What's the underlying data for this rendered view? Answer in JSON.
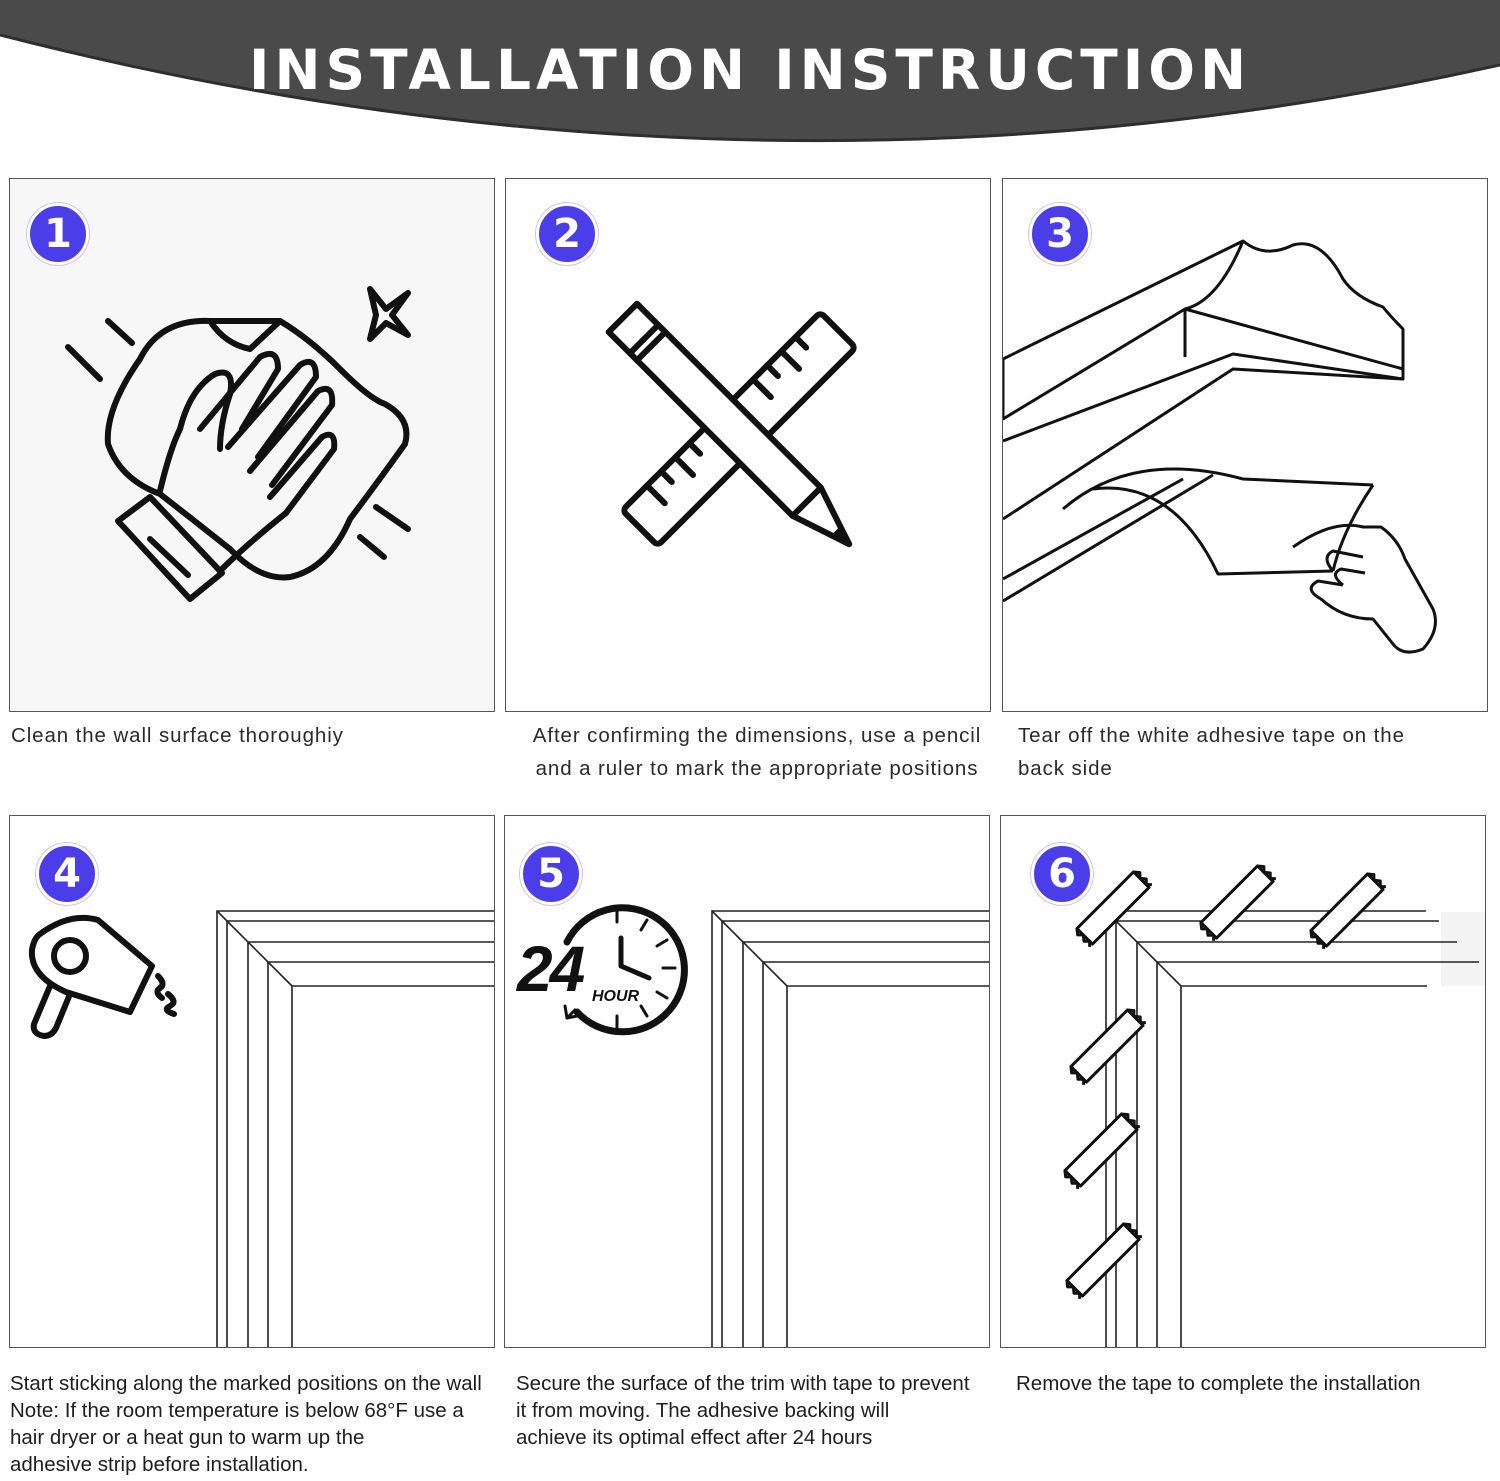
{
  "banner": {
    "title": "INSTALLATION INSTRUCTION"
  },
  "steps": [
    {
      "number": "1",
      "caption_lines": [
        "Clean the wall surface thoroughiy"
      ],
      "icon": "wipe-hand-icon"
    },
    {
      "number": "2",
      "caption_lines": [
        "After confirming the dimensions, use a pencil",
        "and a ruler to mark the appropriate positions"
      ],
      "icon": "pencil-ruler-icon"
    },
    {
      "number": "3",
      "caption_lines": [
        "Tear off the white adhesive tape on the",
        "back side"
      ],
      "icon": "peel-tape-icon"
    },
    {
      "number": "4",
      "caption_lines": [
        "Start sticking along the marked positions on the wall",
        "Note: If the room temperature is below 68°F use a",
        "hair dryer or a heat gun to warm up the",
        "adhesive strip before installation."
      ],
      "icon": "hair-dryer-icon"
    },
    {
      "number": "5",
      "caption_lines": [
        "Secure the surface of the trim with tape to prevent",
        "it from moving. The adhesive backing will",
        "achieve its optimal effect after 24 hours"
      ],
      "icon": "clock-24-hour-icon",
      "clock_number": "24",
      "clock_unit": "HOUR"
    },
    {
      "number": "6",
      "caption_lines": [
        "Remove the tape to complete the installation"
      ],
      "icon": "tape-strips-icon"
    }
  ],
  "colors": {
    "banner": "#4a4a4a",
    "badge": "#4b3ee8",
    "panel_border": "#555555",
    "line_art": "#111111"
  }
}
